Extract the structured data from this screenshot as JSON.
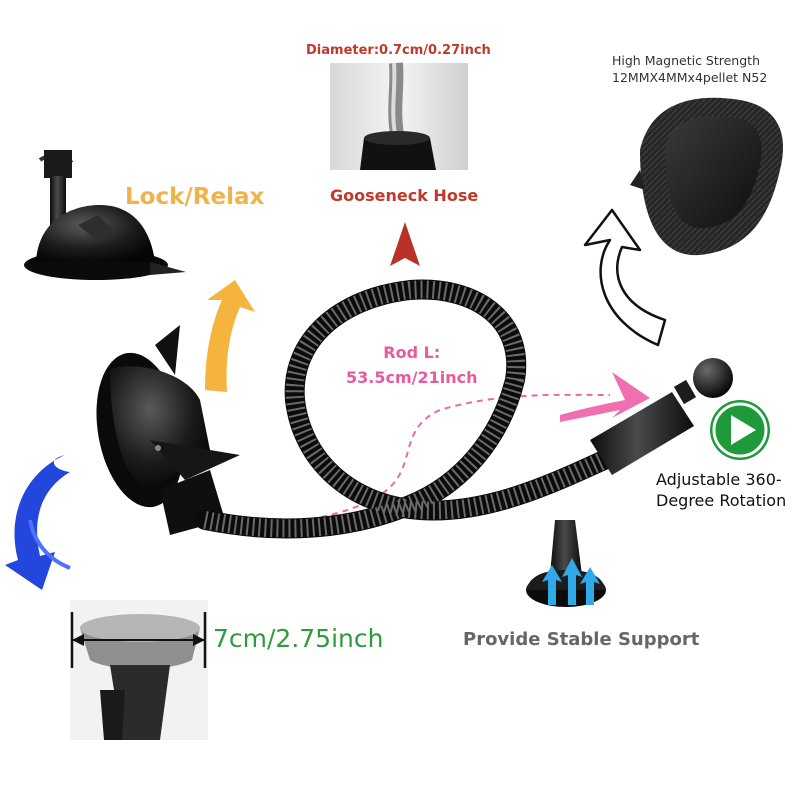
{
  "labels": {
    "diameter": "Diameter:0.7cm/0.27inch",
    "gooseneck": "Gooseneck Hose",
    "lock_relax": "Lock/Relax",
    "magnetic_line1": "High Magnetic Strength",
    "magnetic_line2": "12MMX4MMx4pellet N52",
    "rod_line1": "Rod L:",
    "rod_line2": "53.5cm/21inch",
    "rotation_line1": "Adjustable 360-",
    "rotation_line2": "Degree Rotation",
    "size": "7cm/2.75inch",
    "stable": "Provide Stable Support"
  },
  "colors": {
    "red_label": "#c0392b",
    "orange_label": "#f2b24a",
    "pink_label": "#e85a9a",
    "green_label": "#2f9a3e",
    "gray_label": "#666666",
    "blue_arrow": "#2244dd",
    "green_badge": "#1e9a3a"
  },
  "icons": [
    "blue-curved-arrow-icon",
    "orange-curved-arrow-icon",
    "red-up-arrow-icon",
    "pink-arrow-icon",
    "green-play-badge-icon",
    "white-curved-arrow-icon",
    "blue-up-arrows-icon"
  ]
}
